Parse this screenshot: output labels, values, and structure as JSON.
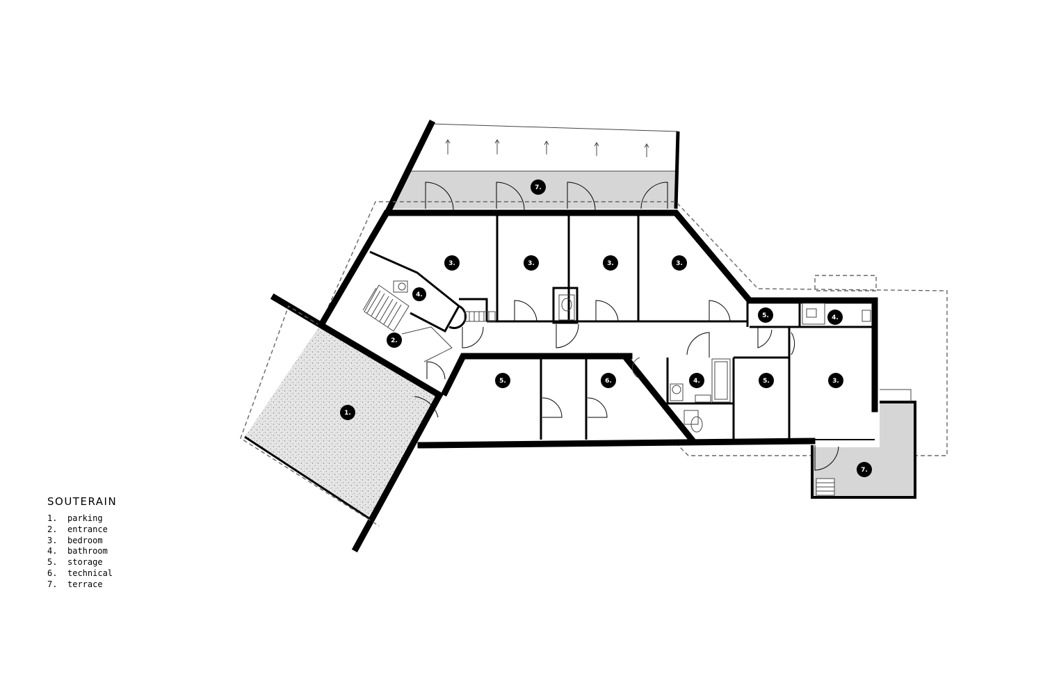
{
  "legend": {
    "title": "SOUTERAIN",
    "items": [
      {
        "num": "1.",
        "label": "parking"
      },
      {
        "num": "2.",
        "label": "entrance"
      },
      {
        "num": "3.",
        "label": "bedroom"
      },
      {
        "num": "4.",
        "label": "bathroom"
      },
      {
        "num": "5.",
        "label": "storage"
      },
      {
        "num": "6.",
        "label": "technical"
      },
      {
        "num": "7.",
        "label": "terrace"
      }
    ]
  },
  "room_markers": {
    "terrace_north": "7.",
    "bedroom_a": "3.",
    "bedroom_b": "3.",
    "bedroom_c": "3.",
    "bedroom_d": "3.",
    "bathroom_stair": "4.",
    "entrance": "2.",
    "parking": "1.",
    "storage_north": "5.",
    "bathroom_north": "4.",
    "storage_south_a": "5.",
    "technical": "6.",
    "bathroom_south": "4.",
    "storage_south_b": "5.",
    "bedroom_east": "3.",
    "terrace_east": "7."
  }
}
